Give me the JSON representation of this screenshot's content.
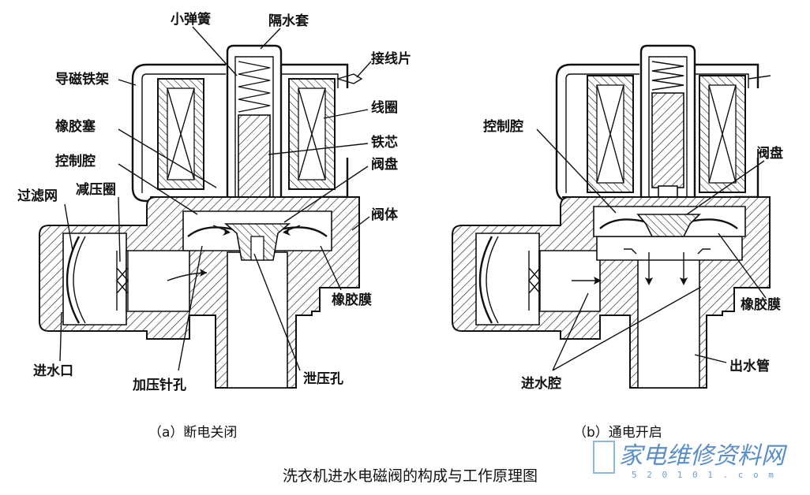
{
  "diagram": {
    "title": "洗衣机进水电磁阀的构成与工作原理图",
    "left_caption": "（a）断电关闭",
    "right_caption": "（b）通电开启",
    "left_labels": {
      "spring": "小弹簧",
      "sleeve": "隔水套",
      "terminal": "接线片",
      "frame": "导磁铁架",
      "coil": "线圈",
      "plug": "橡胶塞",
      "core": "铁芯",
      "control_chamber": "控制腔",
      "valve_disc": "阀盘",
      "filter": "过滤网",
      "reducer": "减压圈",
      "body": "阀体",
      "membrane": "橡胶膜",
      "inlet": "进水口",
      "pressure_hole": "加压针孔",
      "relief_hole": "泄压孔"
    },
    "right_labels": {
      "control_chamber": "控制腔",
      "valve_disc": "阀盘",
      "membrane": "橡胶膜",
      "outlet": "出水管",
      "inlet_chamber": "进水腔"
    },
    "logo": {
      "text": "家电维修资料网",
      "url": "5 2 0 1 0 1 . c o m"
    }
  }
}
